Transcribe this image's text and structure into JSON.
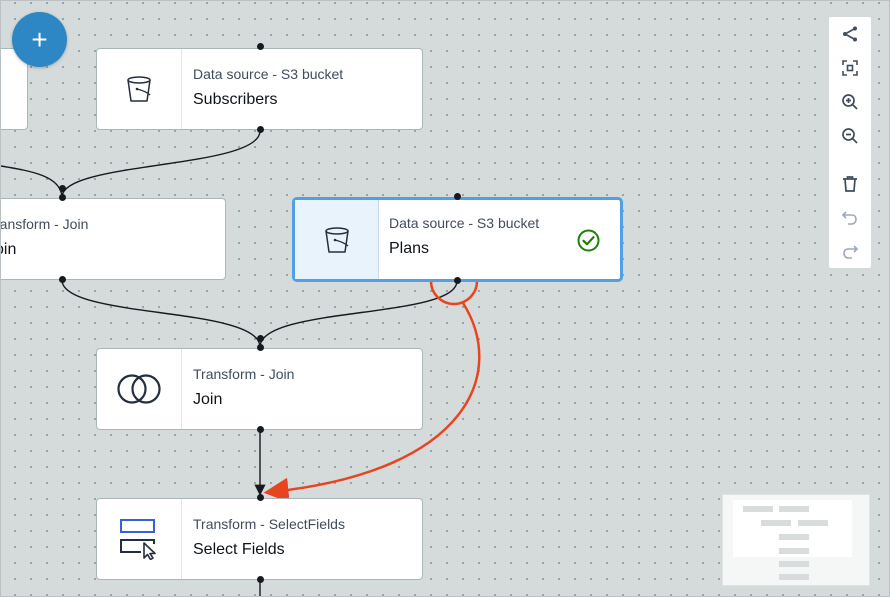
{
  "canvas": {
    "add_button_label": "+",
    "nodes": [
      {
        "id": "partial-left",
        "type_label": "",
        "name": "",
        "icon": "none",
        "selected": false
      },
      {
        "id": "subscribers",
        "type_label": "Data source - S3 bucket",
        "name": "Subscribers",
        "icon": "bucket-icon",
        "selected": false
      },
      {
        "id": "join-left",
        "type_label": "ransform - Join",
        "name": "oin",
        "icon": "none",
        "selected": false
      },
      {
        "id": "plans",
        "type_label": "Data source - S3 bucket",
        "name": "Plans",
        "icon": "bucket-icon",
        "selected": true,
        "status": "check-circle-icon"
      },
      {
        "id": "join",
        "type_label": "Transform - Join",
        "name": "Join",
        "icon": "join-circles-icon",
        "selected": false
      },
      {
        "id": "select-fields",
        "type_label": "Transform - SelectFields",
        "name": "Select Fields",
        "icon": "select-fields-icon",
        "selected": false
      }
    ],
    "annotation": {
      "color": "#e8441f",
      "shape": "circle-with-arrow"
    },
    "colors": {
      "selected_border": "#539fe5",
      "add_button": "#2c87c4",
      "check": "#1d8102"
    }
  },
  "toolbar": {
    "tools": [
      "layout-icon",
      "fit-to-view-icon",
      "zoom-in-icon",
      "zoom-out-icon",
      "delete-icon",
      "undo-icon",
      "redo-icon"
    ]
  }
}
